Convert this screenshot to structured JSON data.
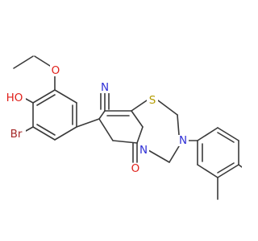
{
  "molecule": {
    "labels": {
      "cyano_n": "N",
      "sulfur": "S",
      "ring_n_1": "N",
      "ring_n_2": "N",
      "hydroxyl": "HO",
      "ether_o": "O",
      "carbonyl_o": "O",
      "bromine": "Br"
    },
    "colors": {
      "bond": "#3a3a3a",
      "nitrogen": "#2f2fd6",
      "sulfur": "#b39b00",
      "oxygen": "#e0201a",
      "bromine": "#a52a2a",
      "background": "#ffffff"
    }
  }
}
